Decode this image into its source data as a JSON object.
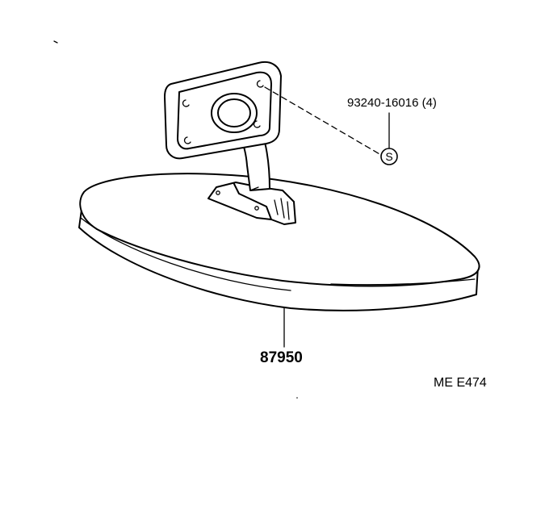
{
  "parts": {
    "screw_label": "93240-16016 (4)",
    "screw_symbol": "S",
    "mirror_label": "87950"
  },
  "illustration_code": "ME  E474"
}
